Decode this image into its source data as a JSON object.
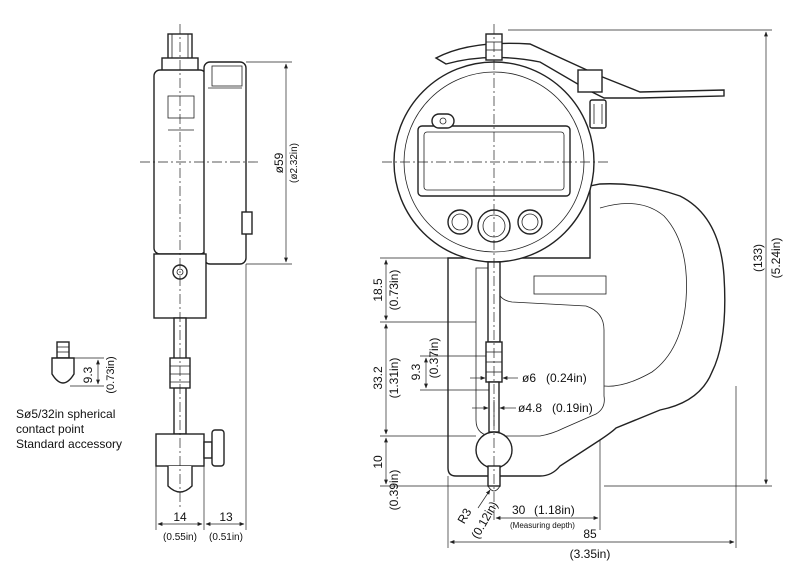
{
  "side_view": {
    "dial_diameter": "ø59",
    "dial_diameter_in": "(ø2.32in)",
    "width_left": "14",
    "width_left_in": "(0.55in)",
    "width_right": "13",
    "width_right_in": "(0.51in)"
  },
  "accessory": {
    "height": "9.3",
    "height_in": "(0.73in)",
    "line1": "Sø5/32in spherical",
    "line2": "contact point",
    "line3": "Standard accessory"
  },
  "front_view": {
    "total_height": "(133)",
    "total_height_in": "(5.24in)",
    "upper_height": "18.5",
    "upper_height_in": "(0.73in)",
    "mid_height": "33.2",
    "mid_height_in": "(1.31in)",
    "spindle_len": "9.3",
    "spindle_len_in": "(0.37in)",
    "spindle_dia": "ø6",
    "spindle_dia_in": "(0.24in)",
    "anvil_dia": "ø4.8",
    "anvil_dia_in": "(0.19in)",
    "lower_height": "10",
    "lower_height_in": "(0.39in)",
    "radius": "R3",
    "radius_in": "(0.12in)",
    "depth": "30",
    "depth_in": "(1.18in)",
    "depth_note": "(Measuring depth)",
    "width": "85",
    "width_in": "(3.35in)"
  }
}
